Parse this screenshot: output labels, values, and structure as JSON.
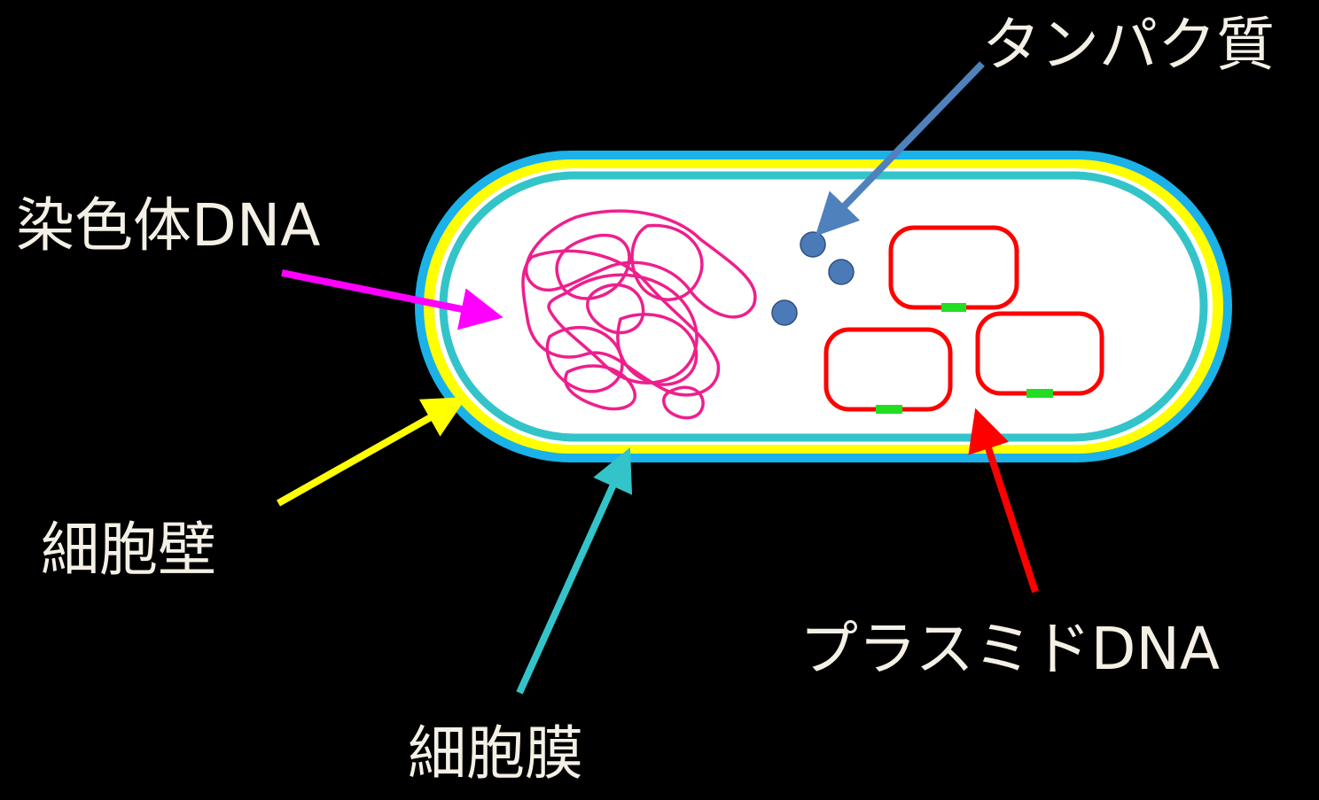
{
  "diagram": {
    "labels": {
      "protein": "タンパク質",
      "chromosomal_dna": "染色体DNA",
      "cell_wall": "細胞壁",
      "plasmid_dna": "プラスミドDNA",
      "cell_membrane": "細胞膜"
    },
    "colors": {
      "background": "#000000",
      "text": "#f5f0e6",
      "outer_layer": "#1ab2e8",
      "cell_wall": "#ffff00",
      "cell_membrane": "#33c4c9",
      "cytoplasm": "#ffffff",
      "chromosome": "#ee1f8c",
      "plasmid": "#ff0000",
      "plasmid_marker": "#22dd22",
      "protein": "#4a7ab8",
      "arrow_protein": "#4f81bd",
      "arrow_chromosome": "#ff00ff",
      "arrow_wall": "#ffff00",
      "arrow_membrane": "#33c4c9",
      "arrow_plasmid": "#ff0000"
    }
  }
}
